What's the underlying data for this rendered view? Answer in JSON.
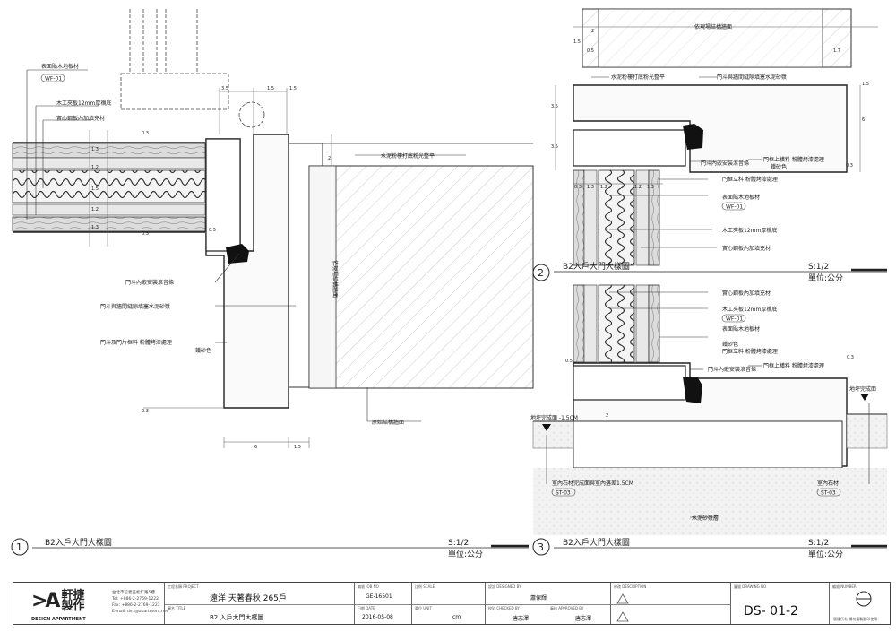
{
  "drawing1": {
    "labels": {
      "wf_note": "表面貼木地板材",
      "wf_code": "WF-01",
      "plywood": "木工夾板12mm厚襯底",
      "steel": "實心鋼板內加填充材",
      "cement_top": "水泥粉樓打底粉光整平",
      "door_lock": "門斗內嵌安裝滾音條",
      "frame_gap": "門斗與牆間縫隙填塞水泥砂漿",
      "door_paint": "門斗及門片框料 粉體烤漆處理",
      "door_paint2": "鐵砂色",
      "wall_structure": "原始結構牆面",
      "wall_vertical": "依現場結構牆面"
    },
    "dims": [
      "3.5",
      "1.5",
      "0.3",
      "1.3",
      "1.2",
      "1.5",
      "0.5",
      "2",
      "6",
      "1.5",
      "2"
    ],
    "number": "1",
    "title": "B2入戶大門大樣圖",
    "scale": "S:1/2",
    "unit": "單位:公分"
  },
  "drawing2": {
    "labels": {
      "top": "依現場結構牆面",
      "cement_top": "水泥粉樓打底粉光整平",
      "frame_gap": "門斗與牆間縫隙填塞水泥砂漿",
      "door_lock": "門斗內嵌安裝滾音條",
      "frame_paint": "門框上橫料 粉體烤漆處理",
      "frame_paint2": "鐵砂色",
      "frame_paint3": "門框立料 粉體烤漆處理",
      "wf_note": "表面貼木地板材",
      "wf_code": "WF-01",
      "plywood": "木工夾板12mm厚襯底",
      "steel": "實心鋼板內加填充材"
    },
    "dims": [
      "2",
      "1.5",
      "0.5",
      "1.7",
      "3.5",
      "6",
      "3.5",
      "0.3",
      "1.3",
      "1.2",
      "1.2",
      "1.3",
      "1.5",
      "0.3"
    ],
    "number": "2",
    "title": "B2入戶大門大樣圖",
    "scale": "S:1/2",
    "unit": "單位:公分"
  },
  "drawing3": {
    "labels": {
      "steel": "實心鋼板內加填充材",
      "plywood": "木工夾板12mm厚襯底",
      "wf_code": "WF-01",
      "wf_note": "表面貼木地板材",
      "frame_paint": "鐵砂色",
      "frame_paint2": "門框立料 粉體烤漆處理",
      "door_lock": "門斗內嵌安裝滾音條",
      "frame_top": "門框上橫料 粉體烤漆處理",
      "floor_level": "地坪完成面",
      "floor_level_left": "地坪完成面 -1.5CM",
      "stone_note": "室內石材完成面與室內落差1.5CM",
      "st_left": "ST-03",
      "st_right": "ST-03",
      "stone_right": "室內石材",
      "cement_base": "水泥砂漿層"
    },
    "dims": [
      "2",
      "0.5",
      "0.3"
    ],
    "number": "3",
    "title": "B2入戶大門大樣圖",
    "scale": "S:1/2",
    "unit": "單位:公分"
  },
  "titleblock": {
    "logo_mark": ">A",
    "logo_cn1": "軒捷",
    "logo_cn2": "製作",
    "logo_en": "DESIGN APPARTMENT",
    "contact": "台北市信義區松仁路5樓\nTel: +886-2-2769-1222\nFax: +886-2-2769-1223\nE-mail: dv.t@apartment.net",
    "project_label": "工程名稱 PROJECT",
    "project": "遠洋  天著春秋 265戶",
    "title_label": "圖名 TITLE",
    "title": "B2 入戶大門大樣圖",
    "job_label": "編號 JOB NO",
    "job_no": "GE-16501",
    "date_label": "日期 DATE",
    "date": "2016-05-08",
    "scale_label": "比例 SCALE",
    "unit_label": "單位 UNIT",
    "unit": "cm",
    "designed_label": "設計 DESIGNED BY",
    "designed": "蕭保輝",
    "checked_label": "校對 CHECKED BY",
    "checked": "唐志澤",
    "approved_label": "審核 APPROVED BY",
    "approved": "唐志澤",
    "desc_label": "修改 DESCRIPTION",
    "drawing_label": "圖號 DRAWING NO",
    "drawing_no": "DS- 01-2",
    "number_label": "編號 NUMBER",
    "note": "版權所有 請勿複製翻印使用"
  }
}
